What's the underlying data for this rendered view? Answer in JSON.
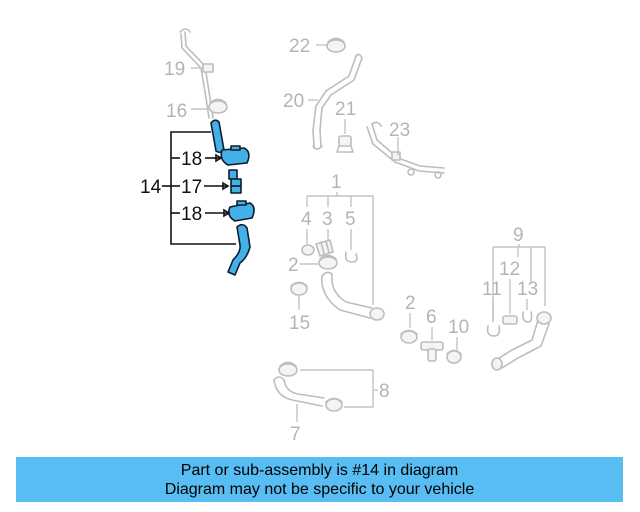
{
  "callouts": {
    "n1": "1",
    "n2a": "2",
    "n2b": "2",
    "n3": "3",
    "n4": "4",
    "n5": "5",
    "n6": "6",
    "n7": "7",
    "n8": "8",
    "n9": "9",
    "n10": "10",
    "n11": "11",
    "n12": "12",
    "n13": "13",
    "n14": "14",
    "n15": "15",
    "n16": "16",
    "n17": "17",
    "n18a": "18",
    "n18b": "18",
    "n19": "19",
    "n20": "20",
    "n21": "21",
    "n22": "22",
    "n23": "23"
  },
  "highlighted_part": "14",
  "colors": {
    "highlight": "#43b1e8",
    "ghost_lines": "#bdbdbd",
    "banner": "#57bdf2",
    "text": "#000000"
  },
  "banner": {
    "line1": "Part or sub-assembly is #14 in diagram",
    "line2": "Diagram may not be specific to your vehicle"
  }
}
